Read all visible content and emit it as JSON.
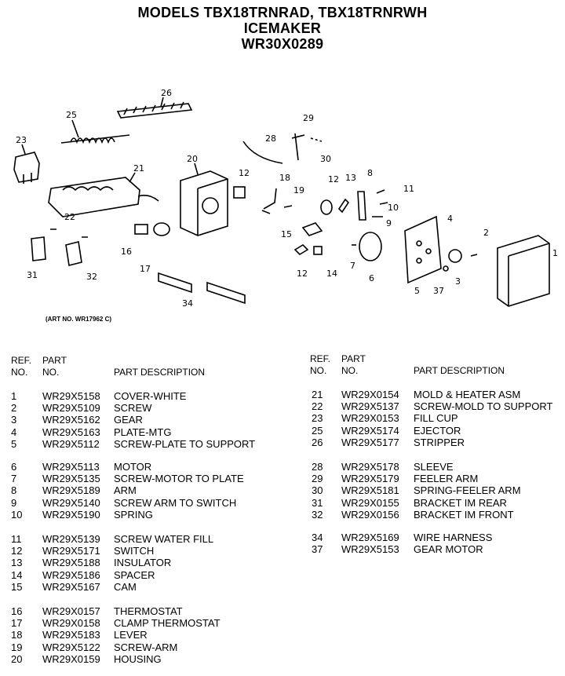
{
  "header": {
    "models": "MODELS TBX18TRNRAD, TBX18TRNRWH",
    "title": "ICEMAKER",
    "code": "WR30X0289"
  },
  "art_no": "(ART NO. WR17962 C)",
  "columns": {
    "ref_line1": "REF.",
    "ref_line2": "NO.",
    "part_line1": "PART",
    "part_line2": "NO.",
    "description": "PART DESCRIPTION"
  },
  "left_parts": [
    {
      "ref": "1",
      "part": "WR29X5158",
      "desc": "COVER-WHITE"
    },
    {
      "ref": "2",
      "part": "WR29X5109",
      "desc": "SCREW"
    },
    {
      "ref": "3",
      "part": "WR29X5162",
      "desc": "GEAR"
    },
    {
      "ref": "4",
      "part": "WR29X5163",
      "desc": "PLATE-MTG"
    },
    {
      "ref": "5",
      "part": "WR29X5112",
      "desc": "SCREW-PLATE TO SUPPORT"
    },
    {
      "ref": "6",
      "part": "WR29X5113",
      "desc": "MOTOR"
    },
    {
      "ref": "7",
      "part": "WR29X5135",
      "desc": "SCREW-MOTOR TO PLATE"
    },
    {
      "ref": "8",
      "part": "WR29X5189",
      "desc": "ARM"
    },
    {
      "ref": "9",
      "part": "WR29X5140",
      "desc": "SCREW ARM TO SWITCH"
    },
    {
      "ref": "10",
      "part": "WR29X5190",
      "desc": "SPRING"
    },
    {
      "ref": "11",
      "part": "WR29X5139",
      "desc": "SCREW WATER FILL"
    },
    {
      "ref": "12",
      "part": "WR29X5171",
      "desc": "SWITCH"
    },
    {
      "ref": "13",
      "part": "WR29X5188",
      "desc": "INSULATOR"
    },
    {
      "ref": "14",
      "part": "WR29X5186",
      "desc": "SPACER"
    },
    {
      "ref": "15",
      "part": "WR29X5167",
      "desc": "CAM"
    },
    {
      "ref": "16",
      "part": "WR29X0157",
      "desc": "THERMOSTAT"
    },
    {
      "ref": "17",
      "part": "WR29X0158",
      "desc": "CLAMP THERMOSTAT"
    },
    {
      "ref": "18",
      "part": "WR29X5183",
      "desc": "LEVER"
    },
    {
      "ref": "19",
      "part": "WR29X5122",
      "desc": "SCREW-ARM"
    },
    {
      "ref": "20",
      "part": "WR29X0159",
      "desc": "HOUSING"
    }
  ],
  "right_parts": [
    {
      "ref": "21",
      "part": "WR29X0154",
      "desc": "MOLD & HEATER ASM"
    },
    {
      "ref": "22",
      "part": "WR29X5137",
      "desc": "SCREW-MOLD TO SUPPORT"
    },
    {
      "ref": "23",
      "part": "WR29X0153",
      "desc": "FILL CUP"
    },
    {
      "ref": "25",
      "part": "WR29X5174",
      "desc": "EJECTOR"
    },
    {
      "ref": "26",
      "part": "WR29X5177",
      "desc": "STRIPPER"
    },
    {
      "ref": "28",
      "part": "WR29X5178",
      "desc": "SLEEVE"
    },
    {
      "ref": "29",
      "part": "WR29X5179",
      "desc": "FEELER ARM"
    },
    {
      "ref": "30",
      "part": "WR29X5181",
      "desc": "SPRING-FEELER ARM"
    },
    {
      "ref": "31",
      "part": "WR29X0155",
      "desc": "BRACKET IM REAR"
    },
    {
      "ref": "32",
      "part": "WR29X0156",
      "desc": "BRACKET IM FRONT"
    },
    {
      "ref": "34",
      "part": "WR29X5169",
      "desc": "WIRE HARNESS"
    },
    {
      "ref": "37",
      "part": "WR29X5153",
      "desc": "GEAR MOTOR"
    }
  ],
  "callouts": [
    "26",
    "25",
    "23",
    "21",
    "20",
    "12",
    "18",
    "19",
    "29",
    "28",
    "30",
    "12",
    "13",
    "8",
    "11",
    "10",
    "9",
    "22",
    "16",
    "17",
    "31",
    "32",
    "34",
    "15",
    "12",
    "14",
    "7",
    "6",
    "4",
    "2",
    "1",
    "3",
    "37",
    "5"
  ]
}
